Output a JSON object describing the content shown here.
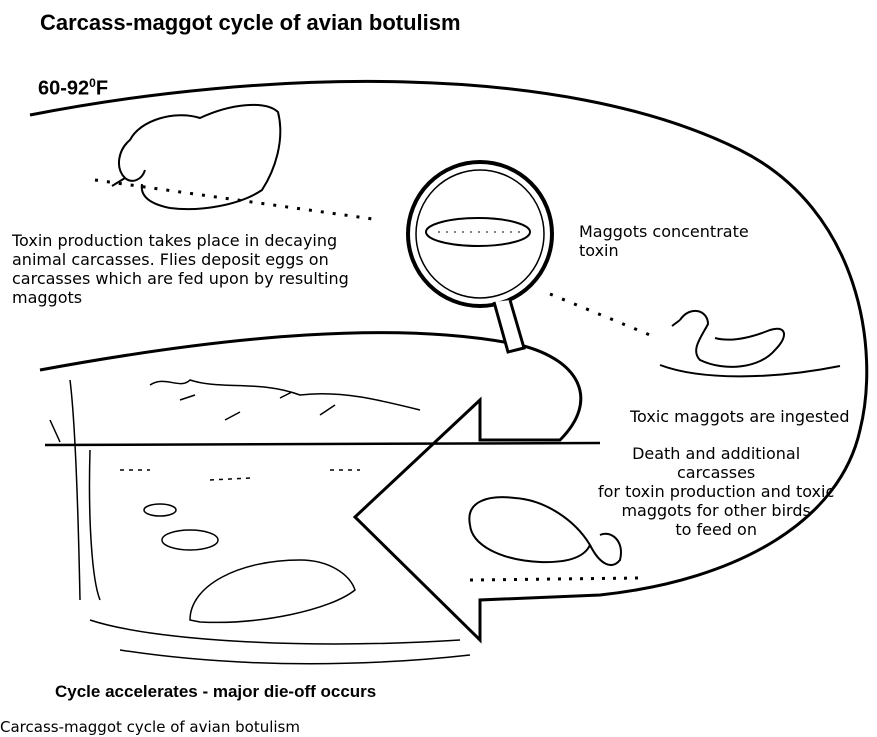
{
  "title": "Carcass-maggot cycle of avian botulism",
  "temperature": {
    "value": "60-92",
    "superscript": "0",
    "unit": "F"
  },
  "labels": {
    "toxin_production": [
      "Toxin production takes place in decaying",
      "animal carcasses. Flies deposit eggs on",
      "carcasses which are fed upon by resulting",
      "maggots"
    ],
    "maggots_concentrate": [
      "Maggots concentrate",
      "toxin"
    ],
    "toxic_maggots_ingested": "Toxic maggots are ingested",
    "death_carcasses": [
      "Death and additional",
      "carcasses",
      "for toxin production and toxic",
      "maggots for other birds",
      "to feed on"
    ],
    "cycle_accelerates": "Cycle accelerates - major die-off occurs"
  },
  "caption": "Carcass-maggot cycle of avian botulism"
}
